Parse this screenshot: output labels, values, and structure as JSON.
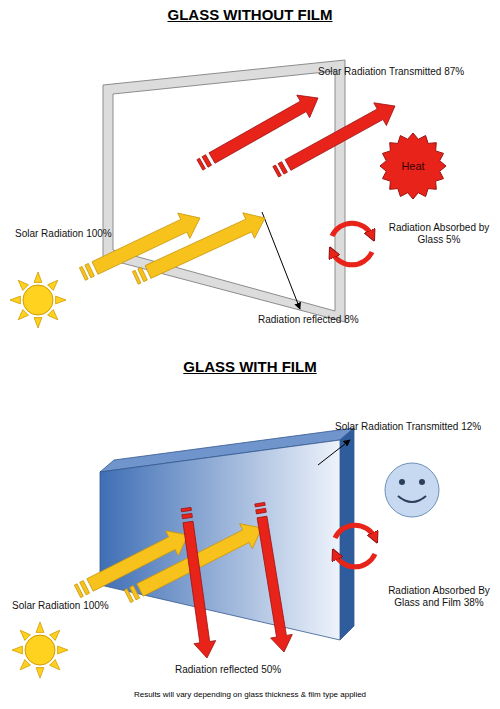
{
  "diagram": {
    "title": "GLASS WITHOUT FILM",
    "caption": "Results will vary depending on glass thickness & film type applied",
    "nodes": [
      {
        "text": [
          "Heat"
        ]
      }
    ],
    "edges": [],
    "labels": [
      "Solar Radiation Transmitted 87%",
      "Radiation Absorbed by Glass 5%",
      "Solar Radiation 100%",
      "Radiation reflected 8%",
      "GLASS WITH FILM",
      "Solar Radiation Transmitted 12%",
      "Radiation Absorbed By Glass and Film 38%",
      "Solar Radiation 100%",
      "Radiation reflected 50%"
    ]
  }
}
